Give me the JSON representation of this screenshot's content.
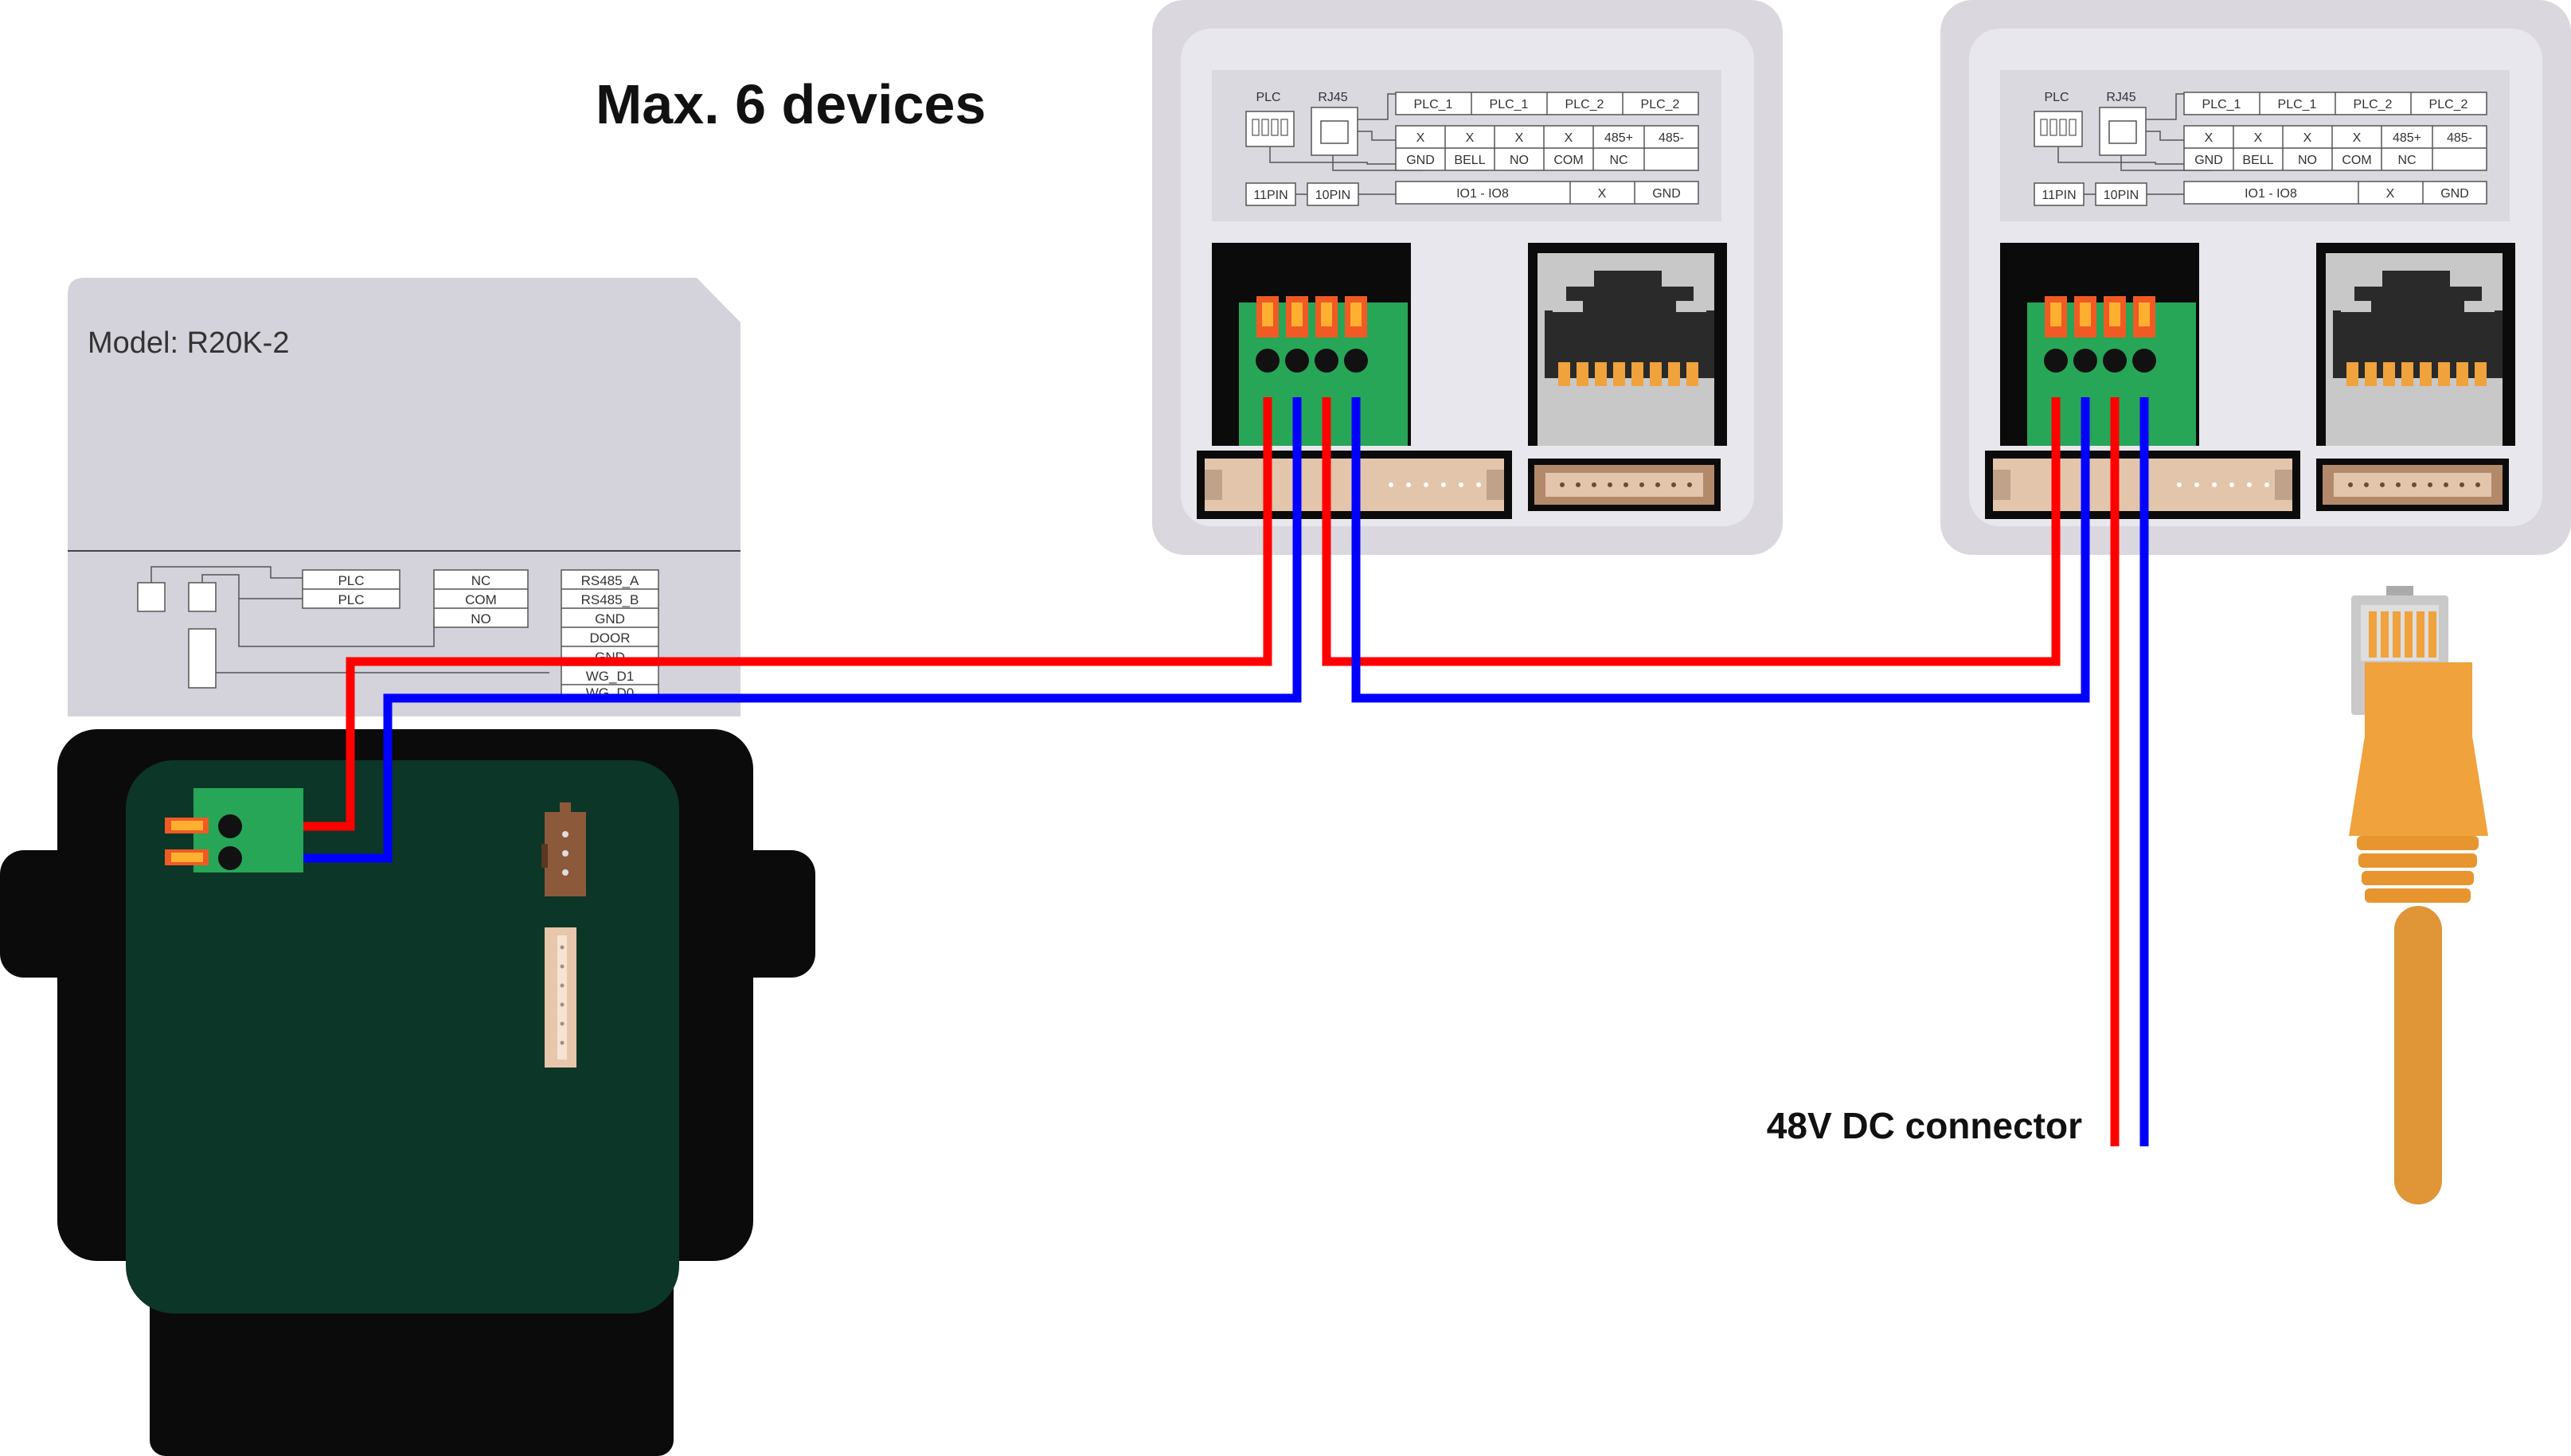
{
  "diagram": {
    "heading": "Max. 6 devices",
    "power_label": "48V DC connector",
    "colors": {
      "wire_positive": "#ff0000",
      "wire_negative": "#0000ff",
      "enclosure": "#d4d2db",
      "indoor_panel": "#dad7de",
      "pcb": "#0c3627",
      "terminal_block": "#27a657",
      "terminal_lever": "#f15a24",
      "rj45_plug": "#f0a23c",
      "cable": "#e09536"
    }
  },
  "controller": {
    "model_label": "Model: R20K-2",
    "plc_labels": [
      "PLC",
      "PLC"
    ],
    "relay_labels": [
      "NC",
      "COM",
      "NO"
    ],
    "bus_labels": [
      "RS485_A",
      "RS485_B",
      "GND",
      "DOOR",
      "GND",
      "WG_D1",
      "WG_D0"
    ]
  },
  "indoor_units": [
    {
      "plc": "PLC",
      "rj45": "RJ45",
      "row1": [
        "PLC_1",
        "PLC_1",
        "PLC_2",
        "PLC_2"
      ],
      "row2": [
        "X",
        "X",
        "X",
        "X",
        "485+",
        "485-"
      ],
      "row3": [
        "GND",
        "BELL",
        "NO",
        "COM",
        "NC",
        ""
      ],
      "pin11": "11PIN",
      "pin10": "10PIN",
      "io_row": [
        "IO1 - IO8",
        "X",
        "GND"
      ]
    },
    {
      "plc": "PLC",
      "rj45": "RJ45",
      "row1": [
        "PLC_1",
        "PLC_1",
        "PLC_2",
        "PLC_2"
      ],
      "row2": [
        "X",
        "X",
        "X",
        "X",
        "485+",
        "485-"
      ],
      "row3": [
        "GND",
        "BELL",
        "NO",
        "COM",
        "NC",
        ""
      ],
      "pin11": "11PIN",
      "pin10": "10PIN",
      "io_row": [
        "IO1 - IO8",
        "X",
        "GND"
      ]
    }
  ]
}
